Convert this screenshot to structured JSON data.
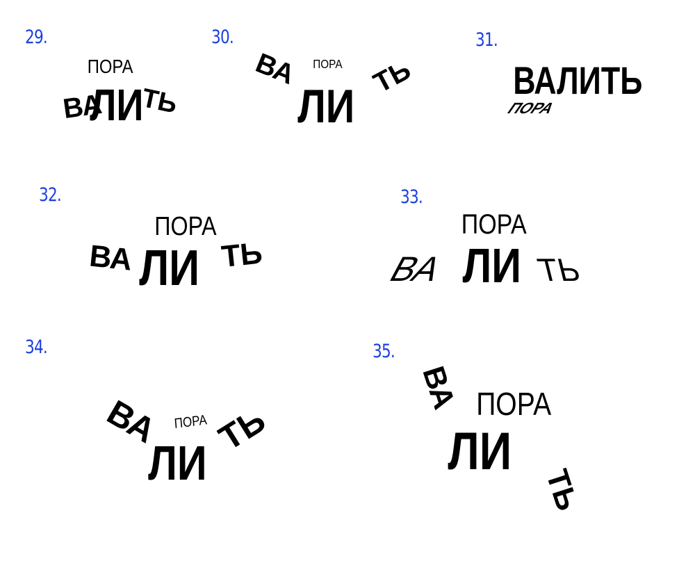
{
  "colors": {
    "ink": "#000000",
    "number_ink": "#1a3fe0",
    "background": "#ffffff"
  },
  "variants": [
    {
      "number": "29.",
      "top_word": "ПОРА",
      "main_word": "ВАЛИТЬ",
      "main_parts": [
        "ВА",
        "ЛИ",
        "ТЬ"
      ]
    },
    {
      "number": "30.",
      "top_word": "ПОРА",
      "main_word": "ВАЛИТЬ",
      "main_parts": [
        "ВА",
        "ЛИ",
        "ТЬ"
      ]
    },
    {
      "number": "31.",
      "top_word": "ВАЛИТЬ",
      "main_word": "ПОРА"
    },
    {
      "number": "32.",
      "top_word": "ПОРА",
      "main_word": "ВАЛИТЬ",
      "main_parts": [
        "ВА",
        "ЛИ",
        "ТЬ"
      ]
    },
    {
      "number": "33.",
      "top_word": "ПОРА",
      "main_word": "ВАЛИТЬ",
      "main_parts": [
        "ВА",
        "ЛИ",
        "ТЬ"
      ]
    },
    {
      "number": "34.",
      "top_word": "ПОРА",
      "main_word": "ВАЛИТЬ",
      "main_parts": [
        "ВА",
        "ЛИ",
        "ТЬ"
      ]
    },
    {
      "number": "35.",
      "top_word": "ПОРА",
      "main_word": "ВАЛИТЬ",
      "main_parts": [
        "ВА",
        "ЛИ",
        "ТЬ"
      ]
    }
  ]
}
